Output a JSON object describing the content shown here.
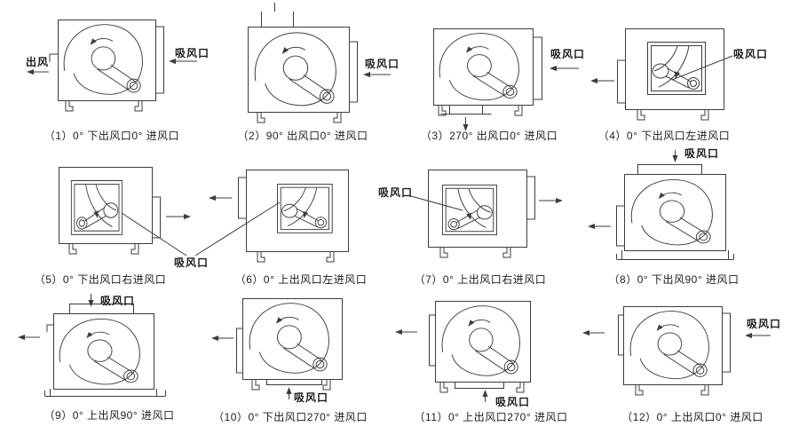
{
  "figure": {
    "labels": {
      "outlet": "出风",
      "inlet": "吸风口"
    },
    "panels": [
      {
        "caption": "（1）0° 下出风口0° 进风口"
      },
      {
        "caption": "（2）90° 出风口0° 进风口"
      },
      {
        "caption": "（3）270° 出风口0° 进风口"
      },
      {
        "caption": "（4）0° 下出风口左进风口"
      },
      {
        "caption": "（5）0° 下出风口右进风口"
      },
      {
        "caption": "（6）0° 上出风口左进风口"
      },
      {
        "caption": "（7）0° 上出风口右进风口"
      },
      {
        "caption": "（8）0° 下出风90° 进风口"
      },
      {
        "caption": "（9）0° 上出风90° 进风口"
      },
      {
        "caption": "（10）0° 下出风口270° 进风口"
      },
      {
        "caption": "（11）0° 上出风口270° 进风口"
      },
      {
        "caption": "（12）0° 上出风口0° 进风口"
      }
    ]
  }
}
